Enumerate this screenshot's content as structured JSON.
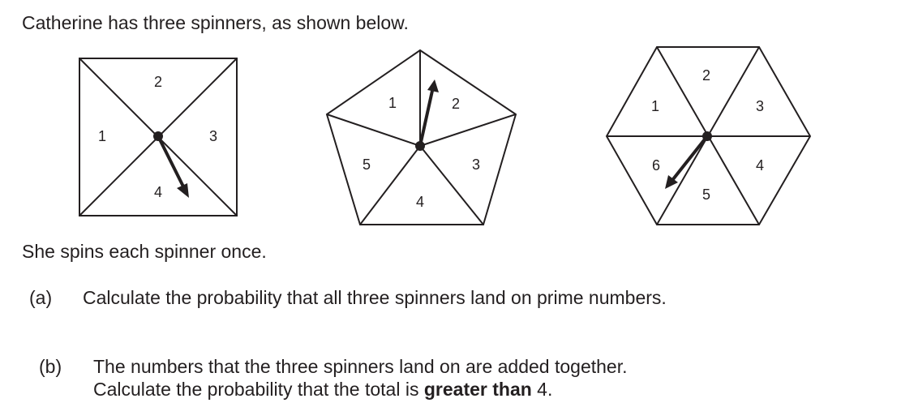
{
  "intro": "Catherine has three spinners, as shown below.",
  "spinners": {
    "square": {
      "labels": [
        "2",
        "3",
        "4",
        "1"
      ]
    },
    "pentagon": {
      "labels": [
        "1",
        "2",
        "3",
        "4",
        "5"
      ]
    },
    "hexagon": {
      "labels": [
        "2",
        "3",
        "4",
        "5",
        "6",
        "1"
      ]
    }
  },
  "spins_once": "She spins each spinner once.",
  "question_a": {
    "label": "(a)",
    "text": "Calculate the probability that all three spinners land on prime numbers."
  },
  "question_b": {
    "label": "(b)",
    "line1": "The numbers that the three spinners land on are added together.",
    "line2_pre": "Calculate the probability that the total is ",
    "line2_bold": "greater than",
    "line2_post": " 4."
  },
  "colors": {
    "ink": "#231f20",
    "background": "#ffffff"
  }
}
